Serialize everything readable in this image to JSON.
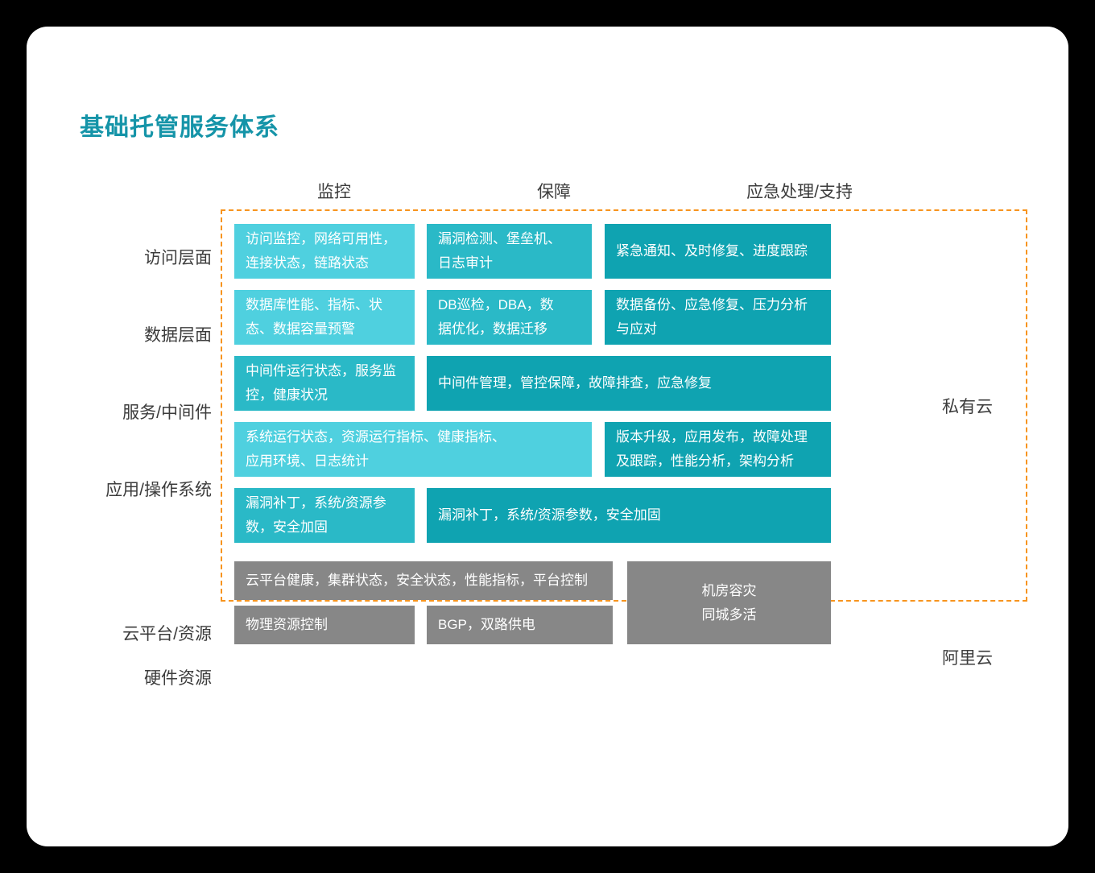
{
  "title": "基础托管服务体系",
  "theme": {
    "accent": "#1594A8",
    "dashed_border": "#F7941E",
    "teal_light": "#4FD0DF",
    "teal_mid": "#2AB9C7",
    "teal_dark": "#0FA3B1",
    "gray": "#878787",
    "card_bg": "#FFFFFF",
    "page_bg": "#000000",
    "text": "#3C3C3C"
  },
  "columns": [
    {
      "label": "监控"
    },
    {
      "label": "保障"
    },
    {
      "label": "应急处理/支持"
    }
  ],
  "row_labels": [
    "访问层面",
    "数据层面",
    "服务/中间件",
    "应用/操作系统",
    "",
    "云平台/资源",
    "硬件资源"
  ],
  "side_labels": {
    "private_cloud": "私有云",
    "public_cloud": "阿里云"
  },
  "cells": {
    "access_monitor": "访问监控，网络可用性，\n连接状态，链路状态",
    "access_assure": "漏洞检测、堡垒机、\n日志审计",
    "access_emergency": "紧急通知、及时修复、进度跟踪",
    "data_monitor": "数据库性能、指标、状\n态、数据容量预警",
    "data_assure": "DB巡检，DBA，数\n据优化，数据迁移",
    "data_emergency": "数据备份、应急修复、压力分析\n与应对",
    "service_monitor": "中间件运行状态，服务监\n控，健康状况",
    "service_assure_emergency": "中间件管理，管控保障，故障排查，应急修复",
    "app_monitor_assure": "系统运行状态，资源运行指标、健康指标、\n应用环境、日志统计",
    "app_emergency": "版本升级，应用发布，故障处理\n及跟踪，性能分析，架构分析",
    "security_monitor": "漏洞补丁，系统/资源参\n数，安全加固",
    "security_assure_emergency": "漏洞补丁，系统/资源参数，安全加固",
    "platform_monitor_assure": "云平台健康，集群状态，安全状态，性能指标，平台控制",
    "hardware_monitor": "物理资源控制",
    "hardware_assure": "BGP，双路供电",
    "datacenter_dr": "机房容灾\n同城多活"
  }
}
